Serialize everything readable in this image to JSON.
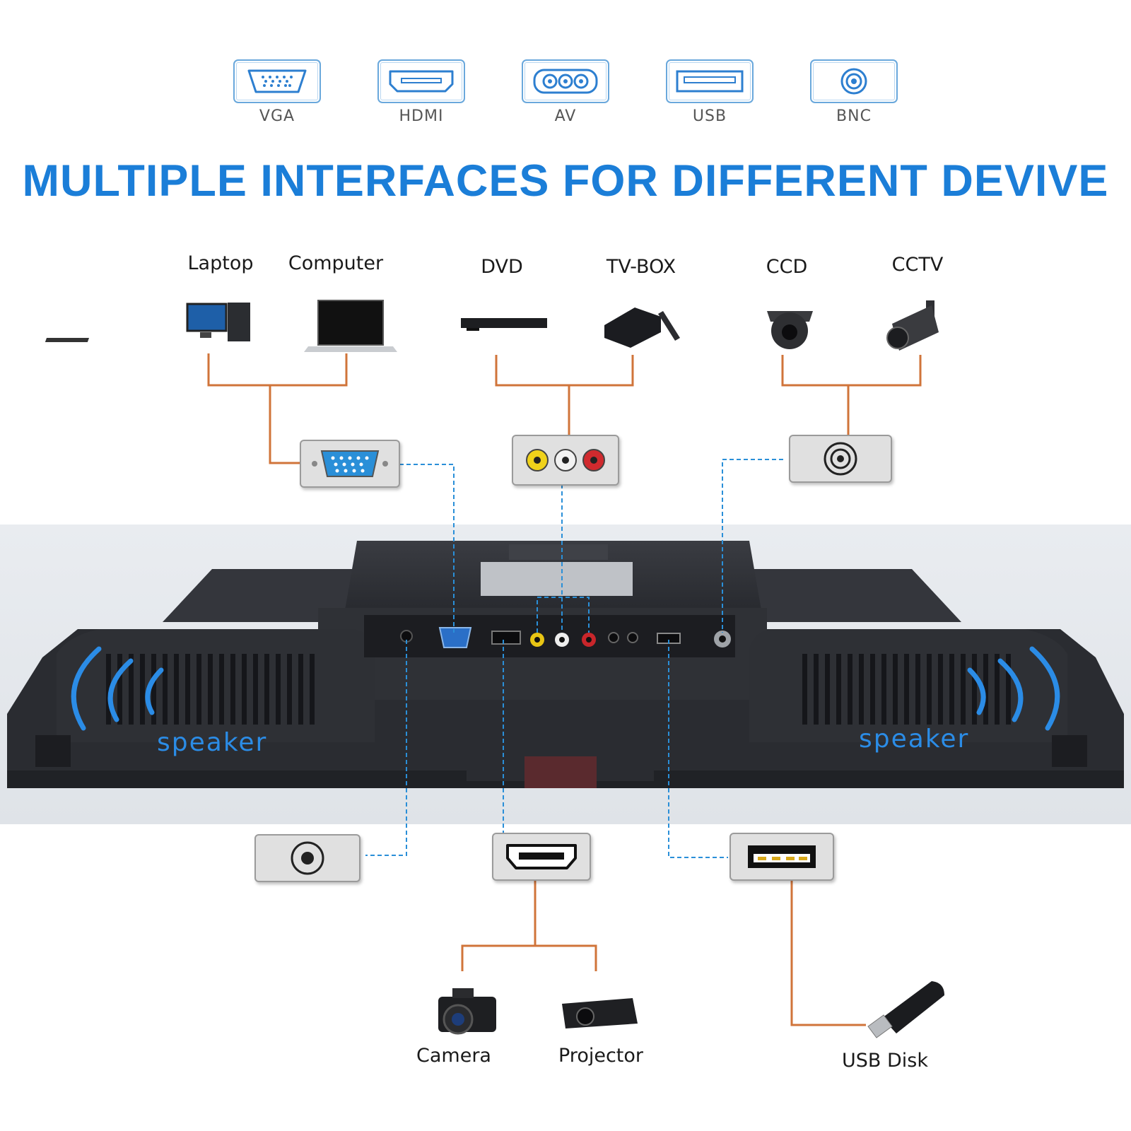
{
  "interfaces": [
    {
      "label": "VGA",
      "icon": "vga-icon"
    },
    {
      "label": "HDMI",
      "icon": "hdmi-icon"
    },
    {
      "label": "AV",
      "icon": "av-icon"
    },
    {
      "label": "USB",
      "icon": "usb-icon"
    },
    {
      "label": "BNC",
      "icon": "bnc-icon"
    }
  ],
  "headline": "MULTIPLE INTERFACES FOR DIFFERENT DEVIVE",
  "devices_top": {
    "laptop": "Laptop",
    "computer": "Computer",
    "dvd": "DVD",
    "tvbox": "TV-BOX",
    "ccd": "CCD",
    "cctv": "CCTV"
  },
  "devices_bottom": {
    "camera": "Camera",
    "projector": "Projector",
    "usb_disk": "USB Disk"
  },
  "speakers": {
    "left": "speaker",
    "right": "speaker"
  },
  "colors": {
    "accent_blue": "#1b7ed8",
    "connector_orange": "#d0743a",
    "dashed_blue": "#2a8fd8",
    "monitor_body": "#2e3036"
  }
}
